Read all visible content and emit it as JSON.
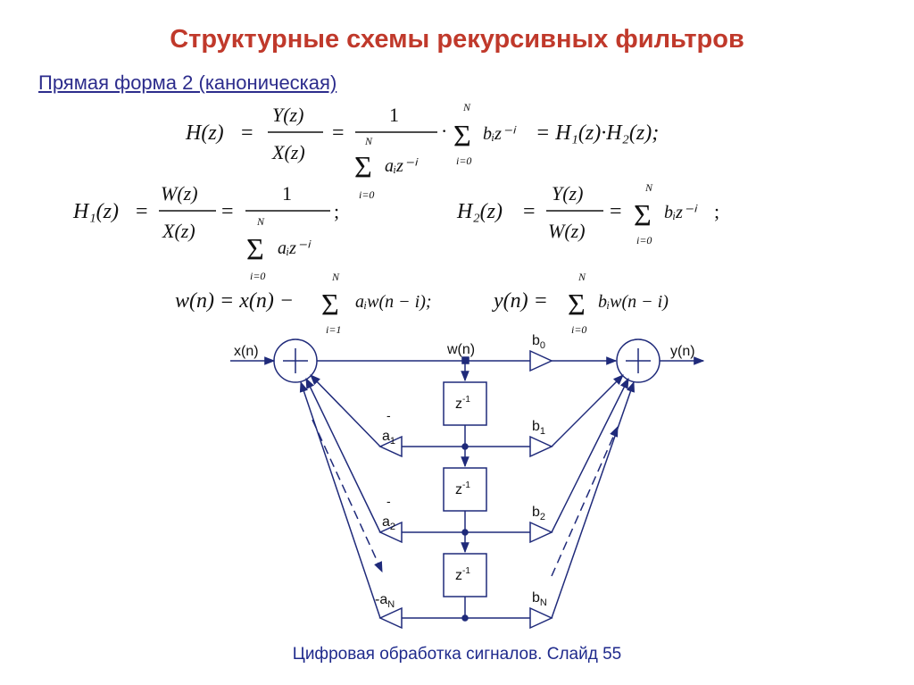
{
  "slide": {
    "title": "Структурные схемы рекурсивных фильтров",
    "subtitle": "Прямая форма 2 (каноническая)",
    "footer": "Цифровая обработка сигналов.  Слайд  55"
  },
  "formulas": {
    "Hz": "H(z)",
    "Y": "Y(z)",
    "X": "X(z)",
    "W": "W(z)",
    "one": "1",
    "eq": "=",
    "N": "N",
    "i0": "i=0",
    "i1": "i=1",
    "sum_a": "aᵢz⁻ⁱ",
    "sum_b": "bᵢz⁻ⁱ",
    "H1H2": "= H₁(z)·H₂(z);",
    "H1": "H₁(z)",
    "H2": "H₂(z)",
    "w_eq": "w(n) = x(n) −",
    "w_tail": "aᵢw(n − i);",
    "y_eq": "y(n) =",
    "y_tail": "bᵢw(n − i)"
  },
  "diagram": {
    "x_label": "x(n)",
    "w_label": "w(n)",
    "y_label": "y(n)",
    "delay": "z",
    "delay_sup": "-1",
    "b0": "b",
    "b0_sub": "0",
    "b1": "b",
    "b1_sub": "1",
    "b2": "b",
    "b2_sub": "2",
    "bN": "b",
    "bN_sub": "N",
    "a1": "a",
    "a1_sub": "1",
    "a2": "a",
    "a2_sub": "2",
    "aN": "-a",
    "aN_sub": "N",
    "minus": "-",
    "colors": {
      "line": "#1f2a7a",
      "title": "#c0392b",
      "subtitle": "#2c2c8c"
    }
  }
}
